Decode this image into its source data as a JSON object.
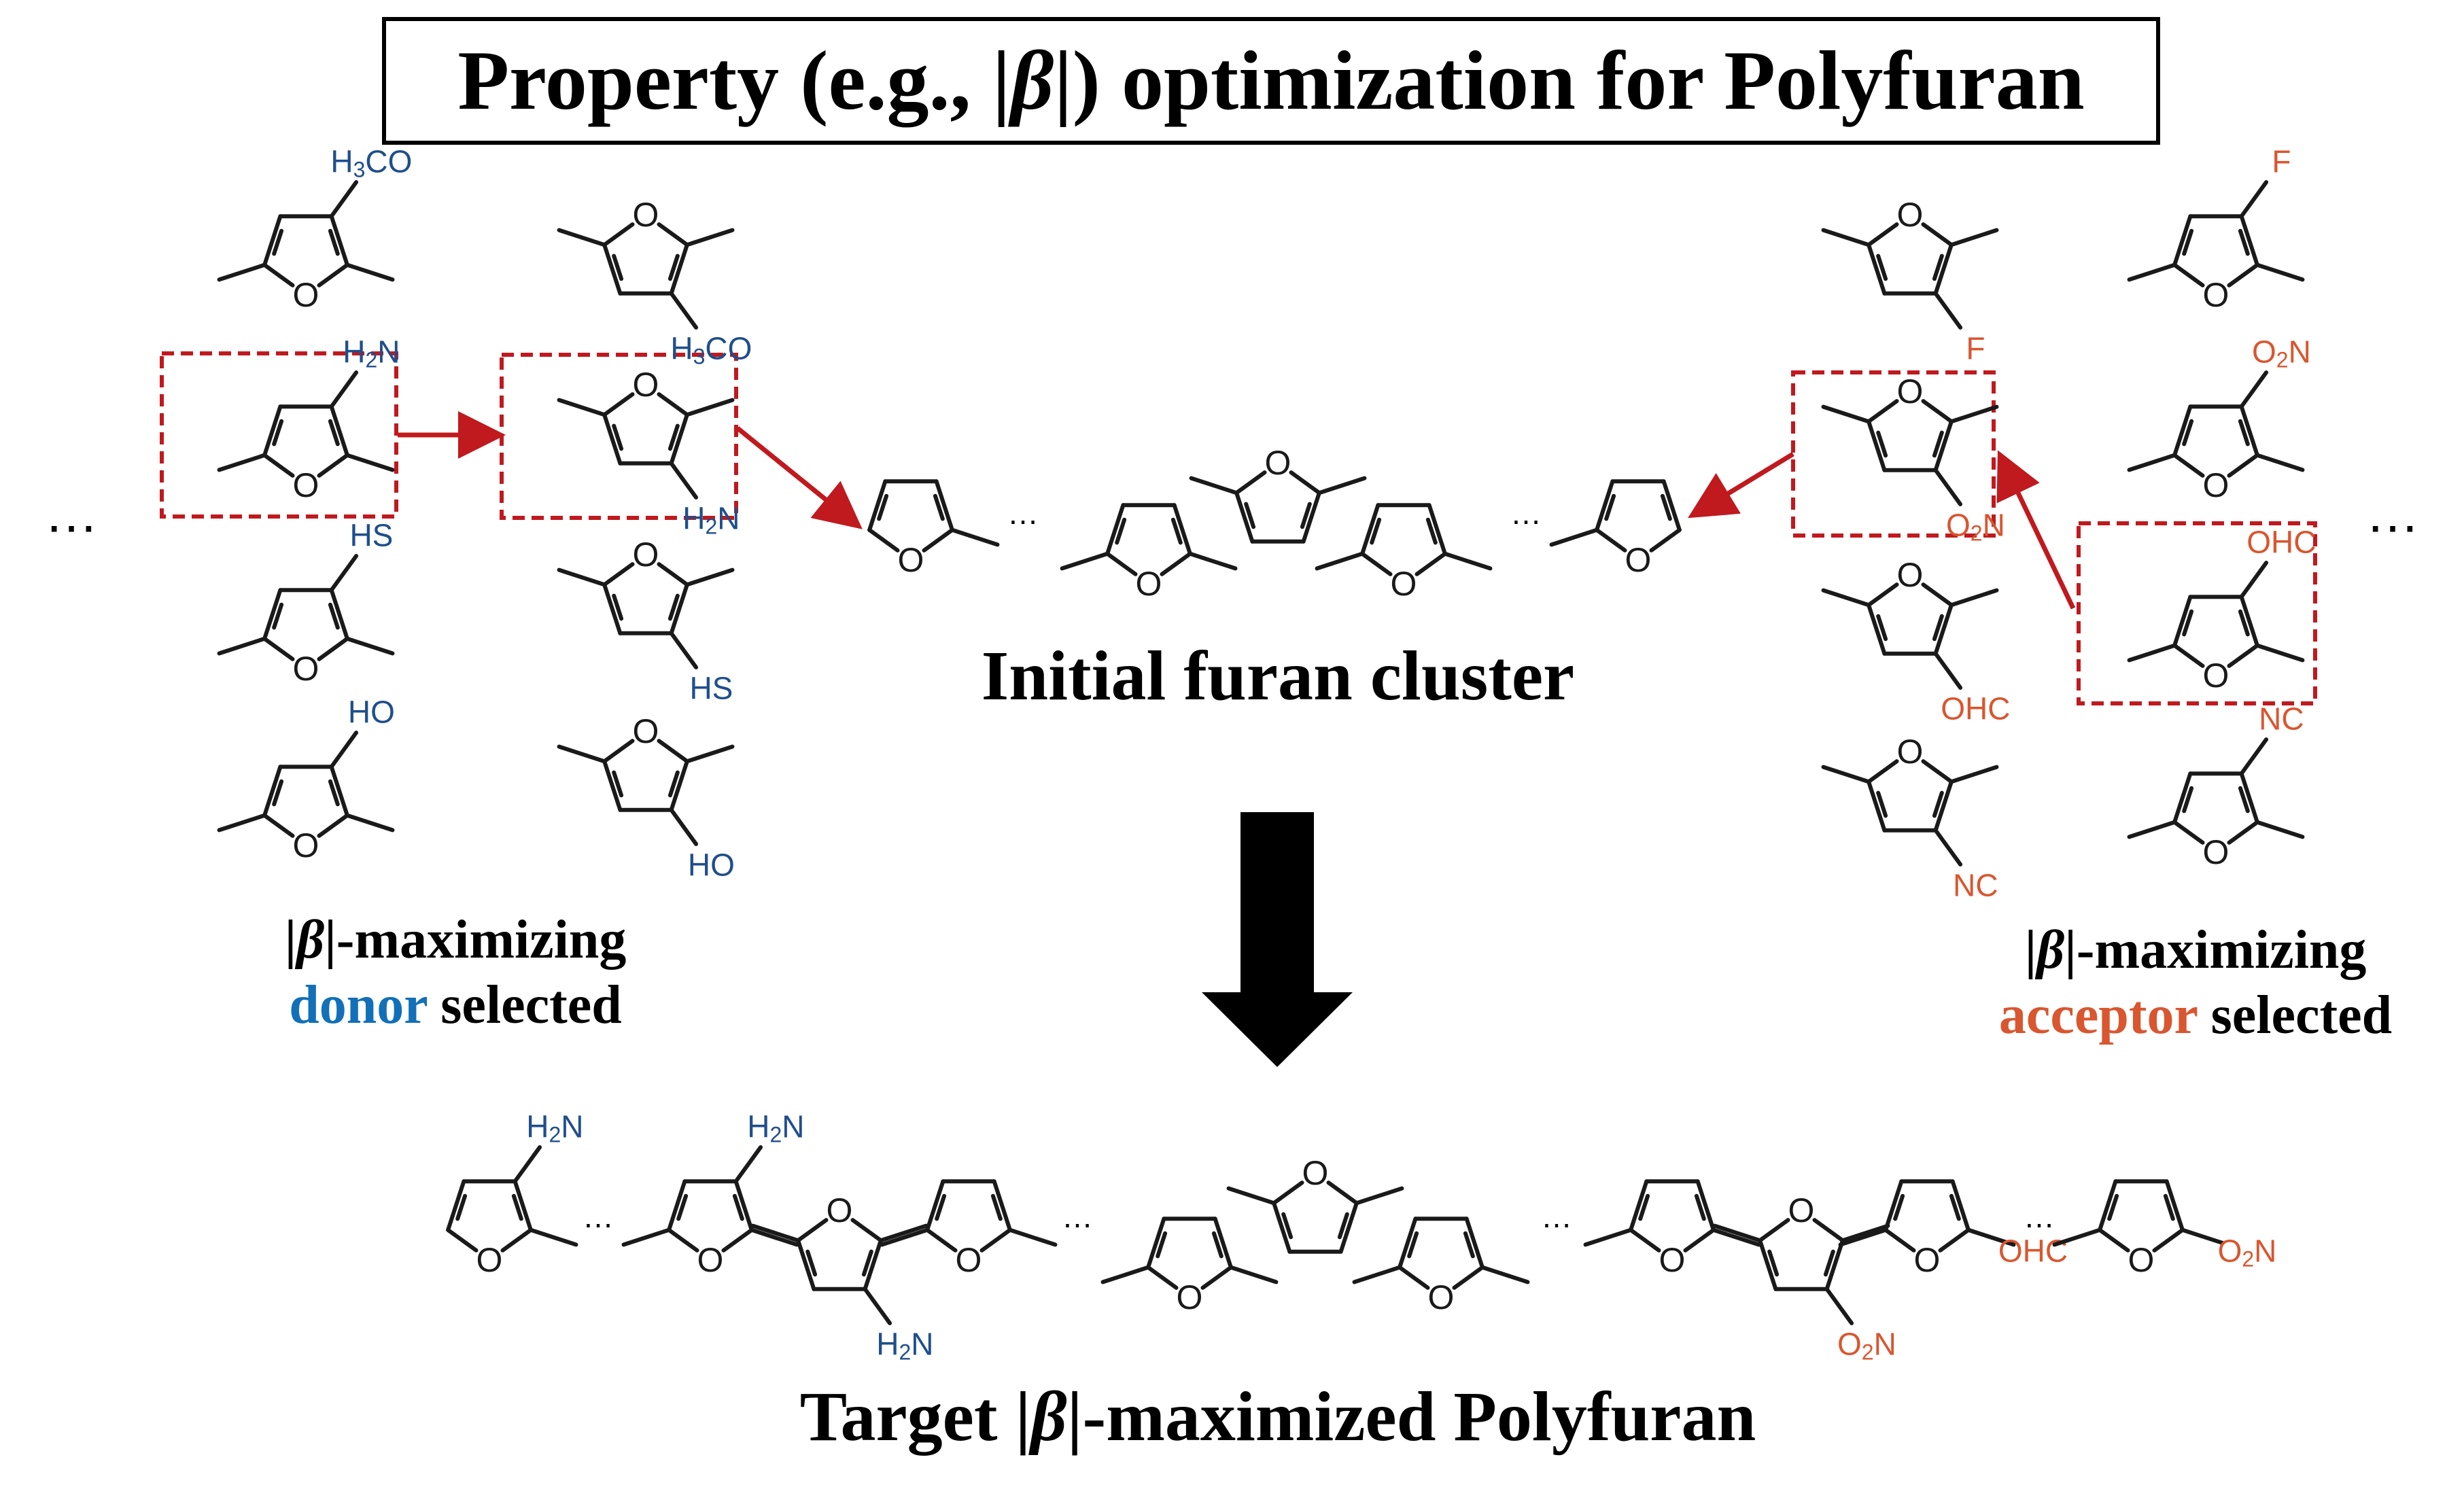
{
  "title": {
    "prefix": "Property (e.g., |",
    "beta": "β",
    "suffix": "|) optimization for Polyfuran"
  },
  "colors": {
    "donor": "#1f4e8c",
    "acceptor": "#d9562f",
    "arrow": "#c0191e",
    "highlight": "#c0191e",
    "bond": "#1a1a1a"
  },
  "atom": {
    "oxygen": "O"
  },
  "ellipsis": "…",
  "side_ellipsis": "…",
  "donor_column_1": [
    {
      "group": "H3CO",
      "main": "H",
      "sub": "3",
      "rest": "CO"
    },
    {
      "group": "H2N",
      "main": "H",
      "sub": "2",
      "rest": "N"
    },
    {
      "group": "HS",
      "main": "HS",
      "sub": "",
      "rest": ""
    },
    {
      "group": "HO",
      "main": "HO",
      "sub": "",
      "rest": ""
    }
  ],
  "donor_column_2": [
    {
      "group": "H3CO",
      "main": "H",
      "sub": "3",
      "rest": "CO"
    },
    {
      "group": "H2N",
      "main": "H",
      "sub": "2",
      "rest": "N"
    },
    {
      "group": "HS",
      "main": "HS",
      "sub": "",
      "rest": ""
    },
    {
      "group": "HO",
      "main": "HO",
      "sub": "",
      "rest": ""
    }
  ],
  "acceptor_column_1": [
    {
      "group": "F",
      "main": "F",
      "sub": "",
      "rest": ""
    },
    {
      "group": "O2N",
      "main": "O",
      "sub": "2",
      "rest": "N"
    },
    {
      "group": "OHC",
      "main": "OHC",
      "sub": "",
      "rest": ""
    },
    {
      "group": "NC",
      "main": "NC",
      "sub": "",
      "rest": ""
    }
  ],
  "acceptor_column_2": [
    {
      "group": "F",
      "main": "F",
      "sub": "",
      "rest": ""
    },
    {
      "group": "O2N",
      "main": "O",
      "sub": "2",
      "rest": "N"
    },
    {
      "group": "OHC",
      "main": "OHC",
      "sub": "",
      "rest": ""
    },
    {
      "group": "NC",
      "main": "NC",
      "sub": "",
      "rest": ""
    }
  ],
  "initial_cluster_caption": "Initial furan cluster",
  "donor_caption": {
    "prefix": "|",
    "beta": "β",
    "suffix": "|-maximizing",
    "keyword": "donor",
    "tail": " selected"
  },
  "acceptor_caption": {
    "prefix": "|",
    "beta": "β",
    "suffix": "|-maximizing",
    "keyword": "acceptor",
    "tail": " selected"
  },
  "target_substituents": {
    "left_end": {
      "main": "H",
      "sub": "2",
      "rest": "N"
    },
    "donor_top": {
      "main": "H",
      "sub": "2",
      "rest": "N"
    },
    "donor_bottom": {
      "main": "H",
      "sub": "2",
      "rest": "N"
    },
    "acceptor_top": {
      "main": "OHC",
      "sub": "",
      "rest": ""
    },
    "acceptor_bottom": {
      "main": "O",
      "sub": "2",
      "rest": "N"
    },
    "right_end": {
      "main": "O",
      "sub": "2",
      "rest": "N"
    }
  },
  "target_caption": {
    "prefix": "Target |",
    "beta": "β",
    "suffix": "|-maximized Polyfuran"
  }
}
